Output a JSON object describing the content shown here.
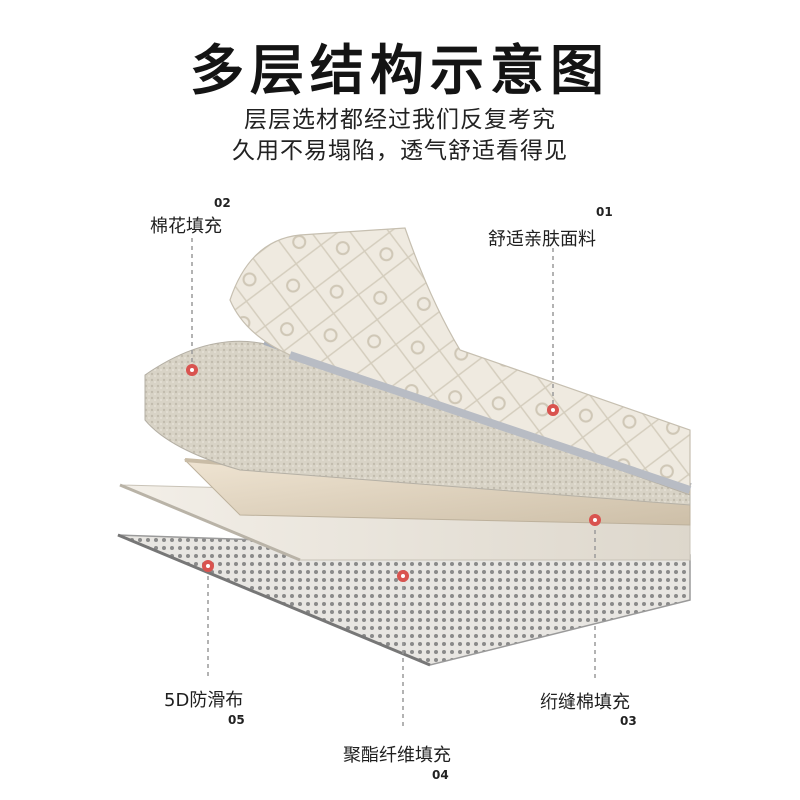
{
  "title": "多层结构示意图",
  "subtitle_lines": [
    "层层选材都经过我们反复考究",
    "久用不易塌陷，透气舒适看得见"
  ],
  "layers": [
    {
      "number": "01",
      "label": "舒适亲肤面料"
    },
    {
      "number": "02",
      "label": "棉花填充"
    },
    {
      "number": "03",
      "label": "绗缝棉填充"
    },
    {
      "number": "04",
      "label": "聚酯纤维填充"
    },
    {
      "number": "05",
      "label": "5D防滑布"
    }
  ],
  "colors": {
    "marker": "#d9534f",
    "leader_line": "#9a9a9a",
    "fabric": "#ece7dc",
    "cotton": "#d9d4c8",
    "edge": "#b8bcc4"
  }
}
